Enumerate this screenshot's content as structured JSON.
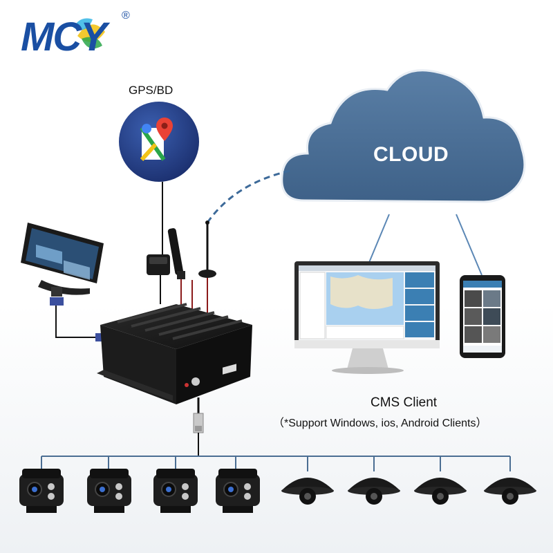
{
  "brand": {
    "logo_text": "MCY",
    "registered": "®"
  },
  "gps": {
    "label": "GPS/BD"
  },
  "cloud": {
    "label": "CLOUD"
  },
  "cms": {
    "title": "CMS Client",
    "subtitle": "（*Support Windows, ios, Android Clients）"
  },
  "cameras": {
    "box_cameras": 4,
    "dome_cameras": 4
  },
  "colors": {
    "cloud": "#4a6d92",
    "logo": "#1a4fa3",
    "wire_red": "#8b1a1a",
    "dashed_line": "#3d6a99"
  }
}
